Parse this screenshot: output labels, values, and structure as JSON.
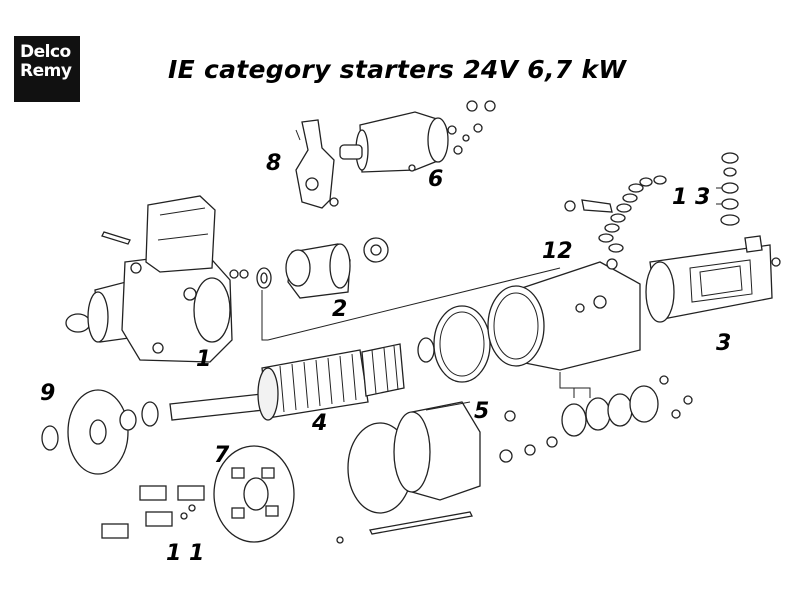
{
  "logo": {
    "line1": "Delco",
    "line2": "Remy"
  },
  "title": "IE  category starters 24V 6,7 kW",
  "callouts": [
    {
      "id": "1",
      "label": "1"
    },
    {
      "id": "2",
      "label": "2"
    },
    {
      "id": "3",
      "label": "3"
    },
    {
      "id": "4",
      "label": "4"
    },
    {
      "id": "5",
      "label": "5"
    },
    {
      "id": "6",
      "label": "6"
    },
    {
      "id": "7",
      "label": "7"
    },
    {
      "id": "8",
      "label": "8"
    },
    {
      "id": "9",
      "label": "9"
    },
    {
      "id": "11",
      "label": "1 1"
    },
    {
      "id": "12",
      "label": "12"
    },
    {
      "id": "13",
      "label": "1 3"
    }
  ],
  "colors": {
    "ink": "#222222",
    "background": "#ffffff",
    "logo_bg": "#111111"
  }
}
